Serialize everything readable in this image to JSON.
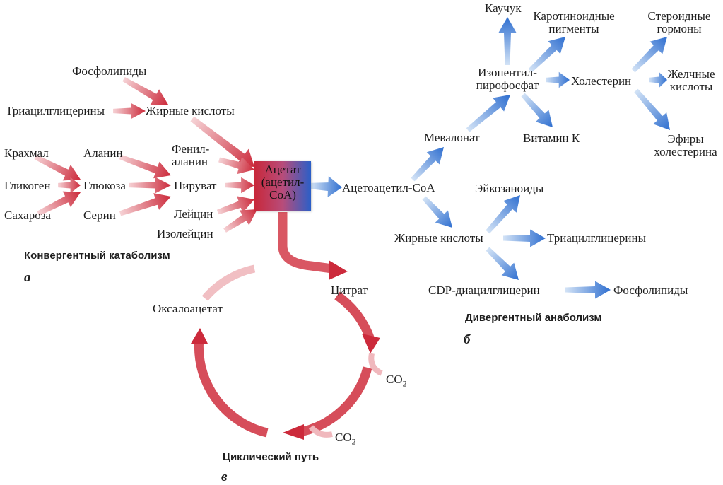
{
  "convergent": {
    "phospholipids": "Фосфолипиды",
    "triacylglycerols": "Триацилглицерины",
    "fatty_acids": "Жирные кислоты",
    "starch": "Крахмал",
    "glycogen": "Гликоген",
    "sucrose": "Сахароза",
    "alanine": "Аланин",
    "glucose": "Глюкоза",
    "serine": "Серин",
    "phenylalanine_1": "Фенил-",
    "phenylalanine_2": "аланин",
    "pyruvate": "Пируват",
    "leucine": "Лейцин",
    "isoleucine": "Изолейцин",
    "caption": "Конвергентный катаболизм",
    "letter": "а"
  },
  "center": {
    "line1": "Ацетат",
    "line2": "(ацетил-",
    "line3": "CoA)"
  },
  "divergent": {
    "acetoacetyl_coa": "Ацетоацетил-CoA",
    "mevalonate": "Мевалонат",
    "ipp_1": "Изопентил-",
    "ipp_2": "пирофосфат",
    "rubber": "Каучук",
    "carotenoids_1": "Каротиноидные",
    "carotenoids_2": "пигменты",
    "vitamin_k": "Витамин К",
    "cholesterol": "Холестерин",
    "steroid_1": "Стероидные",
    "steroid_2": "гормоны",
    "bile_1": "Желчные",
    "bile_2": "кислоты",
    "esters_1": "Эфиры",
    "esters_2": "холестерина",
    "eicosanoids": "Эйкозаноиды",
    "fatty_acids": "Жирные кислоты",
    "triacylglycerols": "Триацилглицерины",
    "cdp_dag": "CDP-диацилглицерин",
    "phospholipids": "Фосфолипиды",
    "caption": "Дивергентный анаболизм",
    "letter": "б"
  },
  "cyclic": {
    "citrate": "Цитрат",
    "oxaloacetate": "Оксалоацетат",
    "co2_a": "CO",
    "co2_a_sub": "2",
    "co2_b": "CO",
    "co2_b_sub": "2",
    "caption": "Циклический путь",
    "letter": "в"
  },
  "colors": {
    "catabolic_arrow": "#d23a48",
    "anabolic_arrow": "#3f7fd6",
    "text": "#1e1e1e"
  }
}
